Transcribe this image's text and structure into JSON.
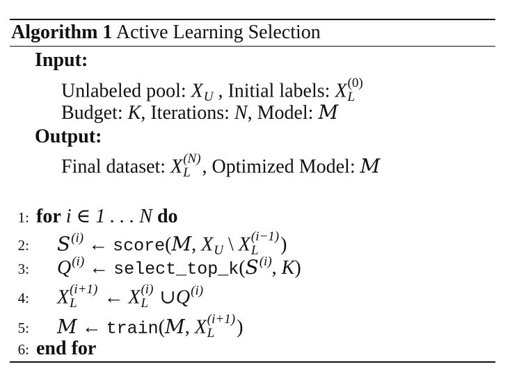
{
  "algorithm": {
    "label": "Algorithm 1",
    "title": "Active Learning Selection"
  },
  "input": {
    "heading": "Input:",
    "line1": {
      "pool_label": "Unlabeled pool:",
      "pool_symbol": "X",
      "pool_sub": "U",
      "sep": ",",
      "labels_label": "Initial labels:",
      "labels_symbol": "X",
      "labels_sup": "(0)",
      "labels_sub": "L"
    },
    "line2": {
      "budget_label": "Budget:",
      "budget_symbol": "K",
      "iter_label": ", Iterations:",
      "iter_symbol": "N",
      "model_label": ", Model:",
      "model_symbol": "M"
    }
  },
  "output": {
    "heading": "Output:",
    "line1": {
      "dataset_label": "Final dataset:",
      "dataset_symbol": "X",
      "dataset_sup": "(N)",
      "dataset_sub": "L",
      "model_label": ", Optimized Model:",
      "model_symbol": "M"
    }
  },
  "steps": [
    {
      "num": "1:",
      "kw_for": "for",
      "var": "i",
      "in": "∈",
      "range": "1 . . . N",
      "kw_do": "do"
    },
    {
      "num": "2:",
      "lhs": "S",
      "lhs_sup": "(i)",
      "arrow": "←",
      "fn": "score",
      "args_open": "(",
      "m": "M",
      "sep1": ", ",
      "xu": "X",
      "xu_sub": "U",
      "setminus": " \\ ",
      "xl": "X",
      "xl_sup": "(i−1)",
      "xl_sub": "L",
      "args_close": ")"
    },
    {
      "num": "3:",
      "lhs": "Q",
      "lhs_sup": "(i)",
      "arrow": "←",
      "fn": "select_top_k",
      "args_open": "(",
      "s": "S",
      "s_sup": "(i)",
      "sep1": ", ",
      "k": "K",
      "args_close": ")"
    },
    {
      "num": "4:",
      "lhs": "X",
      "lhs_sup": "(i+1)",
      "lhs_sub": "L",
      "arrow": "←",
      "x": "X",
      "x_sup": "(i)",
      "x_sub": "L",
      "cup": "∪",
      "q": "Q",
      "q_sup": "(i)"
    },
    {
      "num": "5:",
      "lhs": "M",
      "arrow": "←",
      "fn": "train",
      "args_open": "(",
      "m": "M",
      "sep1": ", ",
      "x": "X",
      "x_sup": "(i+1)",
      "x_sub": "L",
      "args_close": ")"
    },
    {
      "num": "6:",
      "kw_end": "end for"
    }
  ]
}
